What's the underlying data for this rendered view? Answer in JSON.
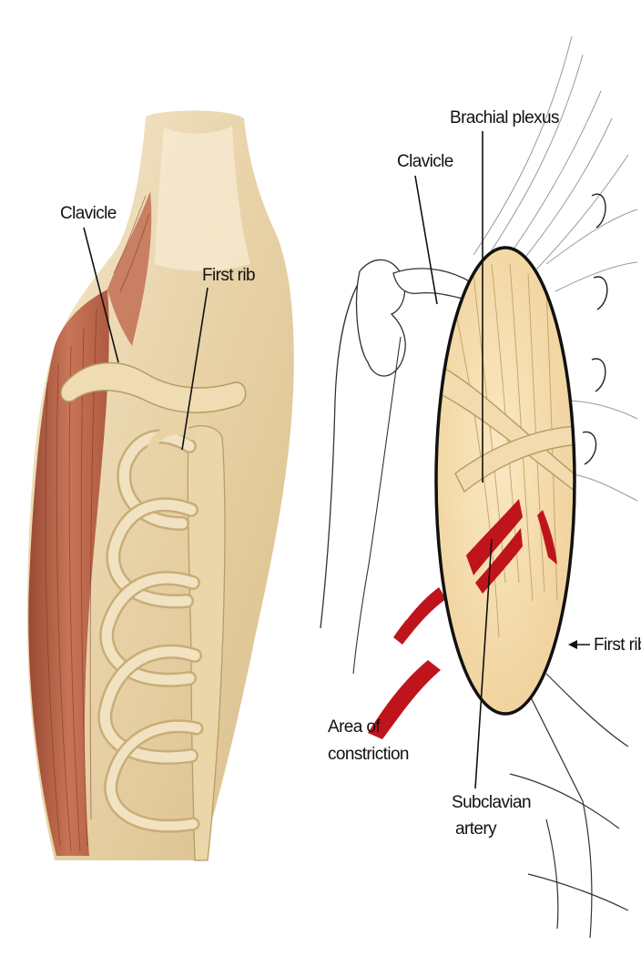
{
  "left_panel": {
    "labels": {
      "clavicle": "Clavicle",
      "first_rib": "First rib"
    }
  },
  "right_panel": {
    "labels": {
      "brachial_plexus": "Brachial plexus",
      "clavicle": "Clavicle",
      "first_rib": "First rib",
      "area_of_constriction_line1": "Area of",
      "area_of_constriction_line2": "constriction",
      "subclavian_artery_line1": "Subclavian",
      "subclavian_artery_line2": "artery"
    }
  },
  "colors": {
    "skin": "#eddcb8",
    "bone": "#efe0bd",
    "muscle": "#b5563e",
    "artery": "#c0141c",
    "inset_fill": "#f6deb0"
  }
}
